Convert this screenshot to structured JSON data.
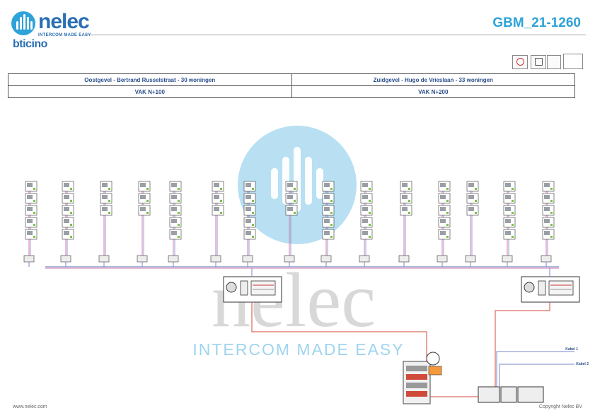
{
  "header": {
    "brand": "nelec",
    "brand_tagline": "INTERCOM MADE EASY",
    "partner": "bticino",
    "document_code": "GBM_21-1260"
  },
  "sections": [
    {
      "facade": "Oostgevel - Bertrand Russelstraat - 30 woningen",
      "field": "VAK N+100"
    },
    {
      "facade": "Zuidgevel - Hugo de Vrieslaan - 33 woningen",
      "field": "VAK N+200"
    }
  ],
  "watermark": {
    "word": "nelec",
    "tagline": "INTERCOM MADE EASY"
  },
  "cables": [
    "Kabel 1",
    "Kabel 2"
  ],
  "footer": {
    "website": "www.nelec.com",
    "copyright": "Copyright Nelec BV"
  },
  "colors": {
    "brand_blue": "#2a6fb5",
    "accent_cyan": "#2ea3d9",
    "watermark_circle": "#b8e0f2",
    "watermark_word": "#d8d8d8",
    "riser_wire": "#d67aa8",
    "bus_wire": "#7a86c8",
    "supply_wire": "#d04a3a",
    "device_green": "#7cc242"
  },
  "icons": [
    "logo-mark-icon",
    "no-entry-icon",
    "info-icon"
  ]
}
